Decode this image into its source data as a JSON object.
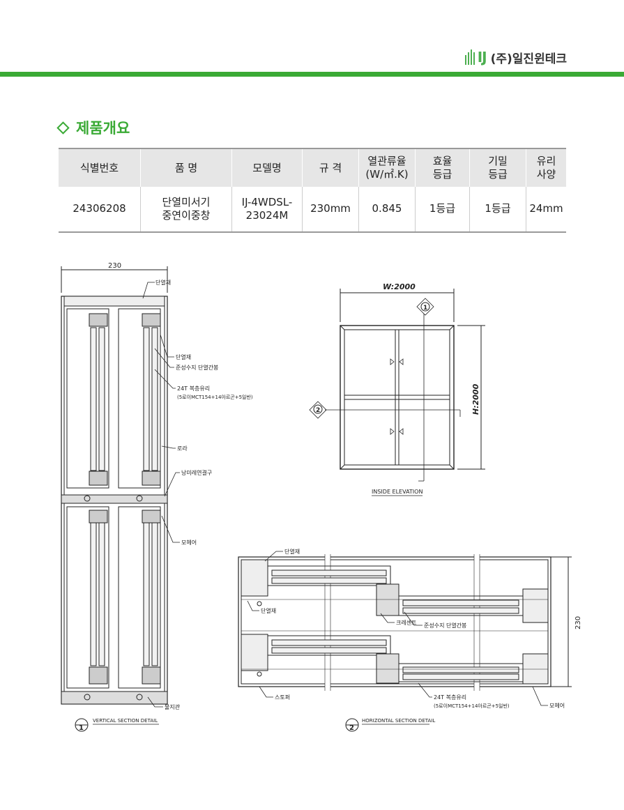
{
  "header": {
    "logo_mark": "IJ",
    "company": "(주)일진윈테크"
  },
  "section": {
    "title": "제품개요"
  },
  "spec_table": {
    "headers": [
      "식별번호",
      "품 명",
      "모델명",
      "규 격",
      "열관류율\n(W/㎡.K)",
      "효율\n등급",
      "기밀\n등급",
      "유리\n사양"
    ],
    "rows": [
      [
        "24306208",
        "단열미서기\n중연이중창",
        "IJ-4WDSL-\n23024M",
        "230mm",
        "0.845",
        "1등급",
        "1등급",
        "24mm"
      ]
    ]
  },
  "vertical_section": {
    "dimension": "230",
    "labels": {
      "insulation_top": "단열재",
      "insulation": "단열재",
      "spacer": "준성수지 단열간봉",
      "glass": "24T 복층유리",
      "glass_spec": "(5로이MCT154+14아르곤+5일반)",
      "roller": "로라",
      "lock": "낭미레연결구",
      "mohair": "모헤어",
      "bottom": "물지관"
    },
    "callout_number": "1",
    "caption": "VERTICAL SECTION DETAIL"
  },
  "elevation": {
    "width_label": "W:2000",
    "height_label": "H:2000",
    "marker_top": "1",
    "marker_left": "2",
    "caption": "INSIDE ELEVATION"
  },
  "horizontal_section": {
    "dimension": "230",
    "labels": {
      "insulation_top": "단열재",
      "insulation": "단열재",
      "crescent": "크레센트",
      "spacer": "준성수지 단열간봉",
      "stopper": "스토퍼",
      "glass": "24T 복층유리",
      "glass_spec": "(5로이MCT154+14아르곤+5일반)",
      "mohair": "모헤어"
    },
    "callout_number": "2",
    "caption": "HORIZONTAL SECTION DETAIL"
  },
  "colors": {
    "brand_green": "#3aaa35",
    "header_gray": "#e6e6e6"
  }
}
